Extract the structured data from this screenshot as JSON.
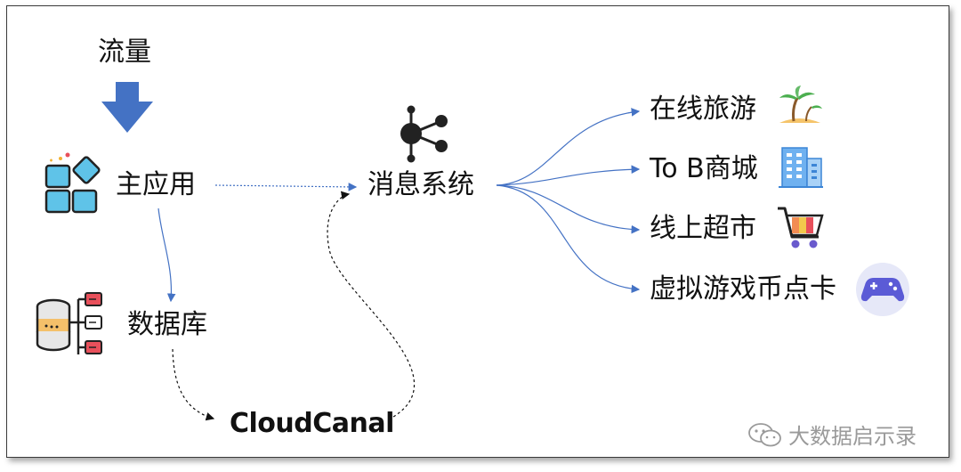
{
  "traffic_label": "流量",
  "main_app_label": "主应用",
  "database_label": "数据库",
  "message_system_label": "消息系统",
  "brand": "CloudCanal",
  "targets": [
    {
      "label": "在线旅游",
      "icon": "palm-tree-icon"
    },
    {
      "label": "To B商城",
      "icon": "office-building-icon"
    },
    {
      "label": "线上超市",
      "icon": "shopping-cart-icon"
    },
    {
      "label": "虚拟游戏币点卡",
      "icon": "gamepad-icon"
    }
  ],
  "watermark": "大数据启示录",
  "colors": {
    "arrow_blue": "#4472C4",
    "frame": "#3a3a3a"
  }
}
